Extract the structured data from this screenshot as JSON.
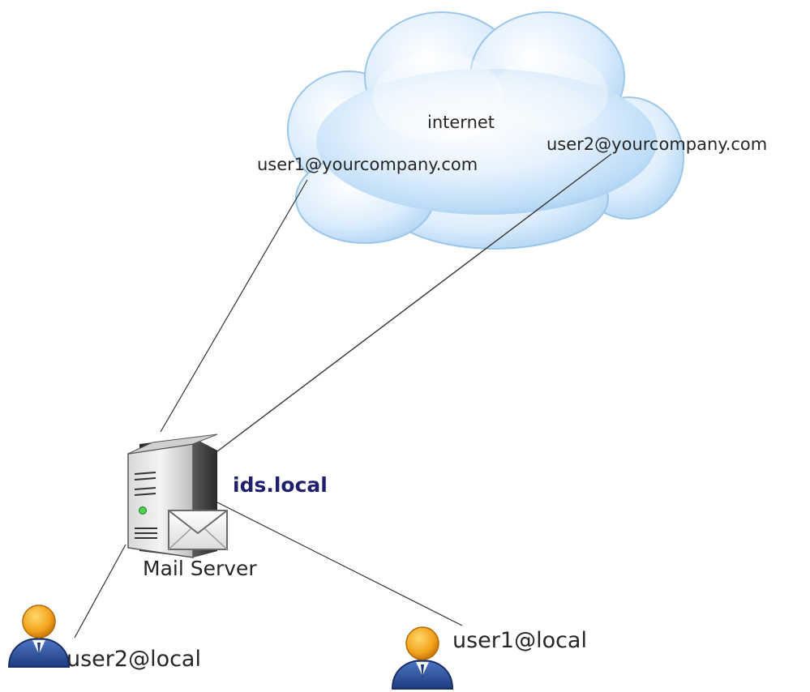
{
  "diagram": {
    "cloud": {
      "title": "internet",
      "addresses": [
        "user1@yourcompany.com",
        "user2@yourcompany.com"
      ]
    },
    "server": {
      "domain": "ids.local",
      "label": "Mail Server"
    },
    "local_users": [
      "user2@local",
      "user1@local"
    ]
  },
  "colors": {
    "cloud_fill": "#cfe6fb",
    "cloud_edge": "#9cc6ea",
    "server_body": "#e8e8e8",
    "server_dark": "#2b2b2b",
    "user_head": "#f0a020",
    "user_body": "#2a4f9e",
    "domain_text": "#1f1f6b",
    "connector": "#333333"
  },
  "icons": [
    "cloud-icon",
    "server-icon",
    "envelope-icon",
    "user-icon"
  ]
}
